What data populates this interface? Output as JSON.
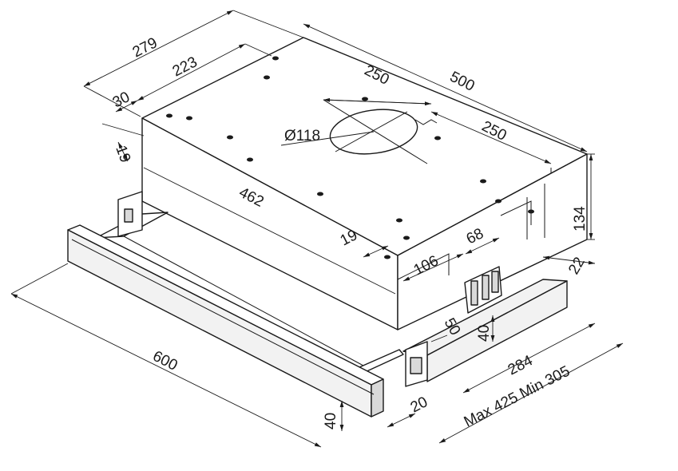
{
  "dimensions": {
    "top_depth_279": "279",
    "top_depth_223": "223",
    "top_offset_30": "30",
    "side_offset_19_left": "19",
    "width_462": "462",
    "duct_diameter": "Ø118",
    "half_width_250_upper": "250",
    "half_width_250_lower": "250",
    "total_width_500": "500",
    "front_offset_19": "19",
    "front_106": "106",
    "bracket_68": "68",
    "height_134": "134",
    "depth_22": "22",
    "depth_50": "50",
    "height_40_right": "40",
    "depth_284": "284",
    "drawer_range": "Max 425  Min 305",
    "drawer_width_600": "600",
    "panel_height_40": "40",
    "panel_depth_20": "20"
  }
}
